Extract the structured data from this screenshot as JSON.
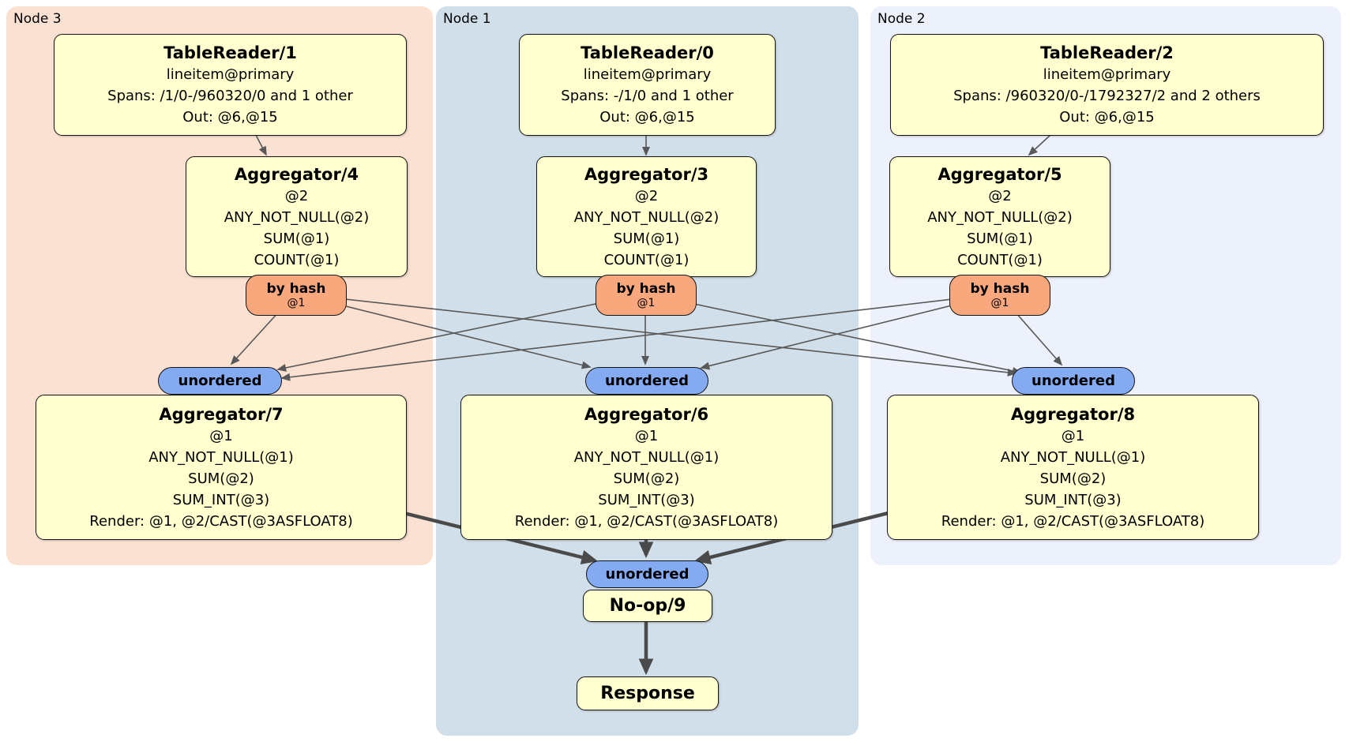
{
  "regions": [
    {
      "id": "node3",
      "label": "Node 3"
    },
    {
      "id": "node1",
      "label": "Node 1"
    },
    {
      "id": "node2",
      "label": "Node 2"
    }
  ],
  "processors": {
    "tr1": {
      "title": "TableReader/1",
      "lines": [
        "lineitem@primary",
        "Spans: /1/0-/960320/0 and 1 other",
        "Out: @6,@15"
      ]
    },
    "tr0": {
      "title": "TableReader/0",
      "lines": [
        "lineitem@primary",
        "Spans: -/1/0 and 1 other",
        "Out: @6,@15"
      ]
    },
    "tr2": {
      "title": "TableReader/2",
      "lines": [
        "lineitem@primary",
        "Spans: /960320/0-/1792327/2 and 2 others",
        "Out: @6,@15"
      ]
    },
    "agg4": {
      "title": "Aggregator/4",
      "lines": [
        "@2",
        "ANY_NOT_NULL(@2)",
        "SUM(@1)",
        "COUNT(@1)"
      ]
    },
    "agg3": {
      "title": "Aggregator/3",
      "lines": [
        "@2",
        "ANY_NOT_NULL(@2)",
        "SUM(@1)",
        "COUNT(@1)"
      ]
    },
    "agg5": {
      "title": "Aggregator/5",
      "lines": [
        "@2",
        "ANY_NOT_NULL(@2)",
        "SUM(@1)",
        "COUNT(@1)"
      ]
    },
    "agg7": {
      "title": "Aggregator/7",
      "lines": [
        "@1",
        "ANY_NOT_NULL(@1)",
        "SUM(@2)",
        "SUM_INT(@3)",
        "Render: @1, @2/CAST(@3ASFLOAT8)"
      ]
    },
    "agg6": {
      "title": "Aggregator/6",
      "lines": [
        "@1",
        "ANY_NOT_NULL(@1)",
        "SUM(@2)",
        "SUM_INT(@3)",
        "Render: @1, @2/CAST(@3ASFLOAT8)"
      ]
    },
    "agg8": {
      "title": "Aggregator/8",
      "lines": [
        "@1",
        "ANY_NOT_NULL(@1)",
        "SUM(@2)",
        "SUM_INT(@3)",
        "Render: @1, @2/CAST(@3ASFLOAT8)"
      ]
    },
    "noop": {
      "title": "No-op/9"
    },
    "response": {
      "title": "Response"
    }
  },
  "routers": [
    {
      "label": "by hash",
      "detail": "@1"
    },
    {
      "label": "by hash",
      "detail": "@1"
    },
    {
      "label": "by hash",
      "detail": "@1"
    }
  ],
  "syncs": [
    {
      "label": "unordered"
    },
    {
      "label": "unordered"
    },
    {
      "label": "unordered"
    },
    {
      "label": "unordered"
    }
  ],
  "colors": {
    "node3_bg": "#fbe1d2",
    "node1_bg": "#d0dfe9",
    "node2_bg": "#edf1fb",
    "processor_bg": "#ffffcf",
    "router_bg": "#f8a87c",
    "sync_bg": "#84aaf2",
    "edge_thin": "#585858",
    "edge_thick": "#4a4a4a"
  }
}
